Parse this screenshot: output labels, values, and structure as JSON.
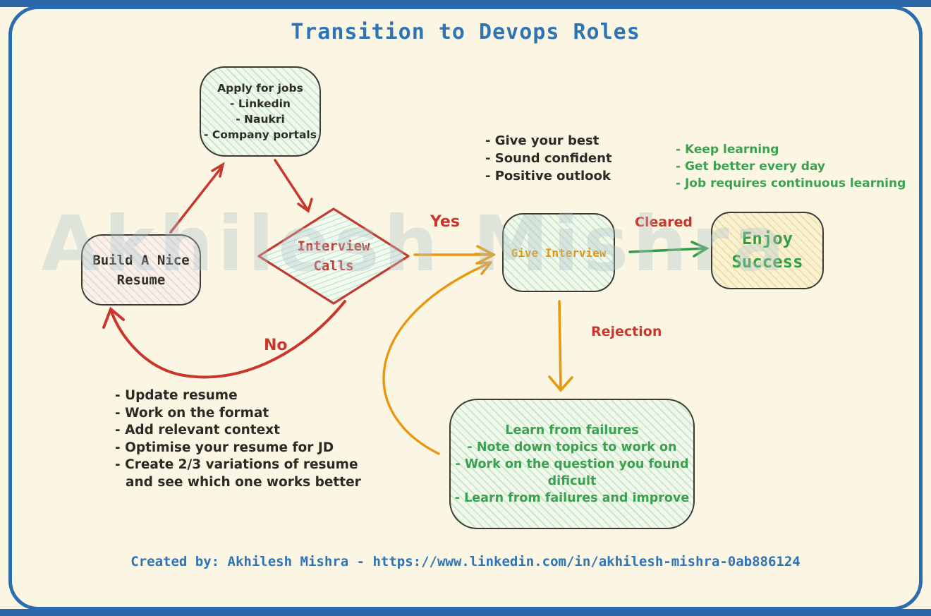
{
  "title": "Transition to Devops Roles",
  "watermark": "Akhilesh Mishra",
  "credit": "Created by: Akhilesh Mishra - https://www.linkedin.com/in/akhilesh-mishra-0ab886124",
  "nodes": {
    "apply_for_jobs": {
      "lines": [
        "Apply for jobs",
        "- Linkedin",
        "- Naukri",
        "- Company portals"
      ]
    },
    "build_resume": {
      "lines": [
        "Build A Nice",
        "Resume"
      ]
    },
    "interview_calls": {
      "lines": [
        "Interview",
        "Calls"
      ]
    },
    "give_interview": {
      "label": "Give Interview"
    },
    "enjoy_success": {
      "lines": [
        "Enjoy",
        "Success"
      ]
    },
    "learn_from_failures": {
      "lines": [
        "Learn from failures",
        "- Note down topics to work on",
        "- Work on the question you found",
        "dificult",
        "- Learn from failures and improve"
      ]
    }
  },
  "annotations": {
    "interview_tips": [
      "- Give your best",
      "- Sound confident",
      "- Positive outlook"
    ],
    "growth_tips": [
      "- Keep learning",
      "- Get better every day",
      "- Job requires continuous learning"
    ],
    "resume_tips": [
      "- Update resume",
      "- Work on the format",
      "- Add relevant context",
      "- Optimise your resume for JD",
      "- Create 2/3 variations of resume",
      "and see which one works better"
    ]
  },
  "edge_labels": {
    "yes": "Yes",
    "no": "No",
    "cleared": "Cleared",
    "rejection": "Rejection"
  },
  "colors": {
    "background": "#FBF6E3",
    "frame_blue": "#2B6CAE",
    "title_blue": "#2E74B5",
    "red": "#C9372C",
    "orange": "#E8970E",
    "green": "#2F9E44",
    "text_dark": "#2B2B25",
    "green_fill": "#F0F8EB",
    "yellow_fill": "#F9F2D2",
    "pink_fill": "#F8F1EA"
  }
}
